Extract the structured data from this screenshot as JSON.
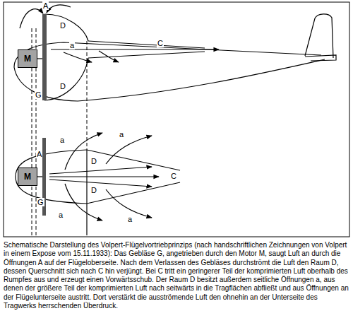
{
  "diagram": {
    "caption": "Schematische Darstellung des Volpert-Flügelvortriebprinzips (nach handschriftlichen Zeichnungen von Volpert in einem Expose vom 15.11.1933): Das Gebläse G, angetrieben durch den Motor M, saugt Luft an durch die Öffnungen A auf der Flügeloberseite. Nach dem Verlassen des Gebläses durchströmt die Luft den Raum D, dessen Querschnitt sich nach C hin verjüngt. Bei C tritt ein geringerer Teil der komprimierten Luft oberhalb des Rumpfes aus und erzeugt einen Vorwärtsschub. Der Raum D besitzt außerdem seitliche Öffnungen a, aus denen der größere Teil der komprimierten Luft nach seitwärts in die Tragflächen abfließt und aus Öffnungen an der Flügelunterseite austritt. Dort verstärkt die ausströmende Luft den ohnehin an der Unterseite des Tragwerks herrschenden Überdruck.",
    "nodes": [
      {
        "text": [
          "M"
        ]
      },
      {
        "text": [
          "M"
        ]
      }
    ],
    "labels": [
      "A",
      "D",
      "a",
      "D",
      "C",
      "G",
      "A",
      "a",
      "a",
      "D",
      "C",
      "D",
      "G",
      "a",
      "a"
    ]
  }
}
